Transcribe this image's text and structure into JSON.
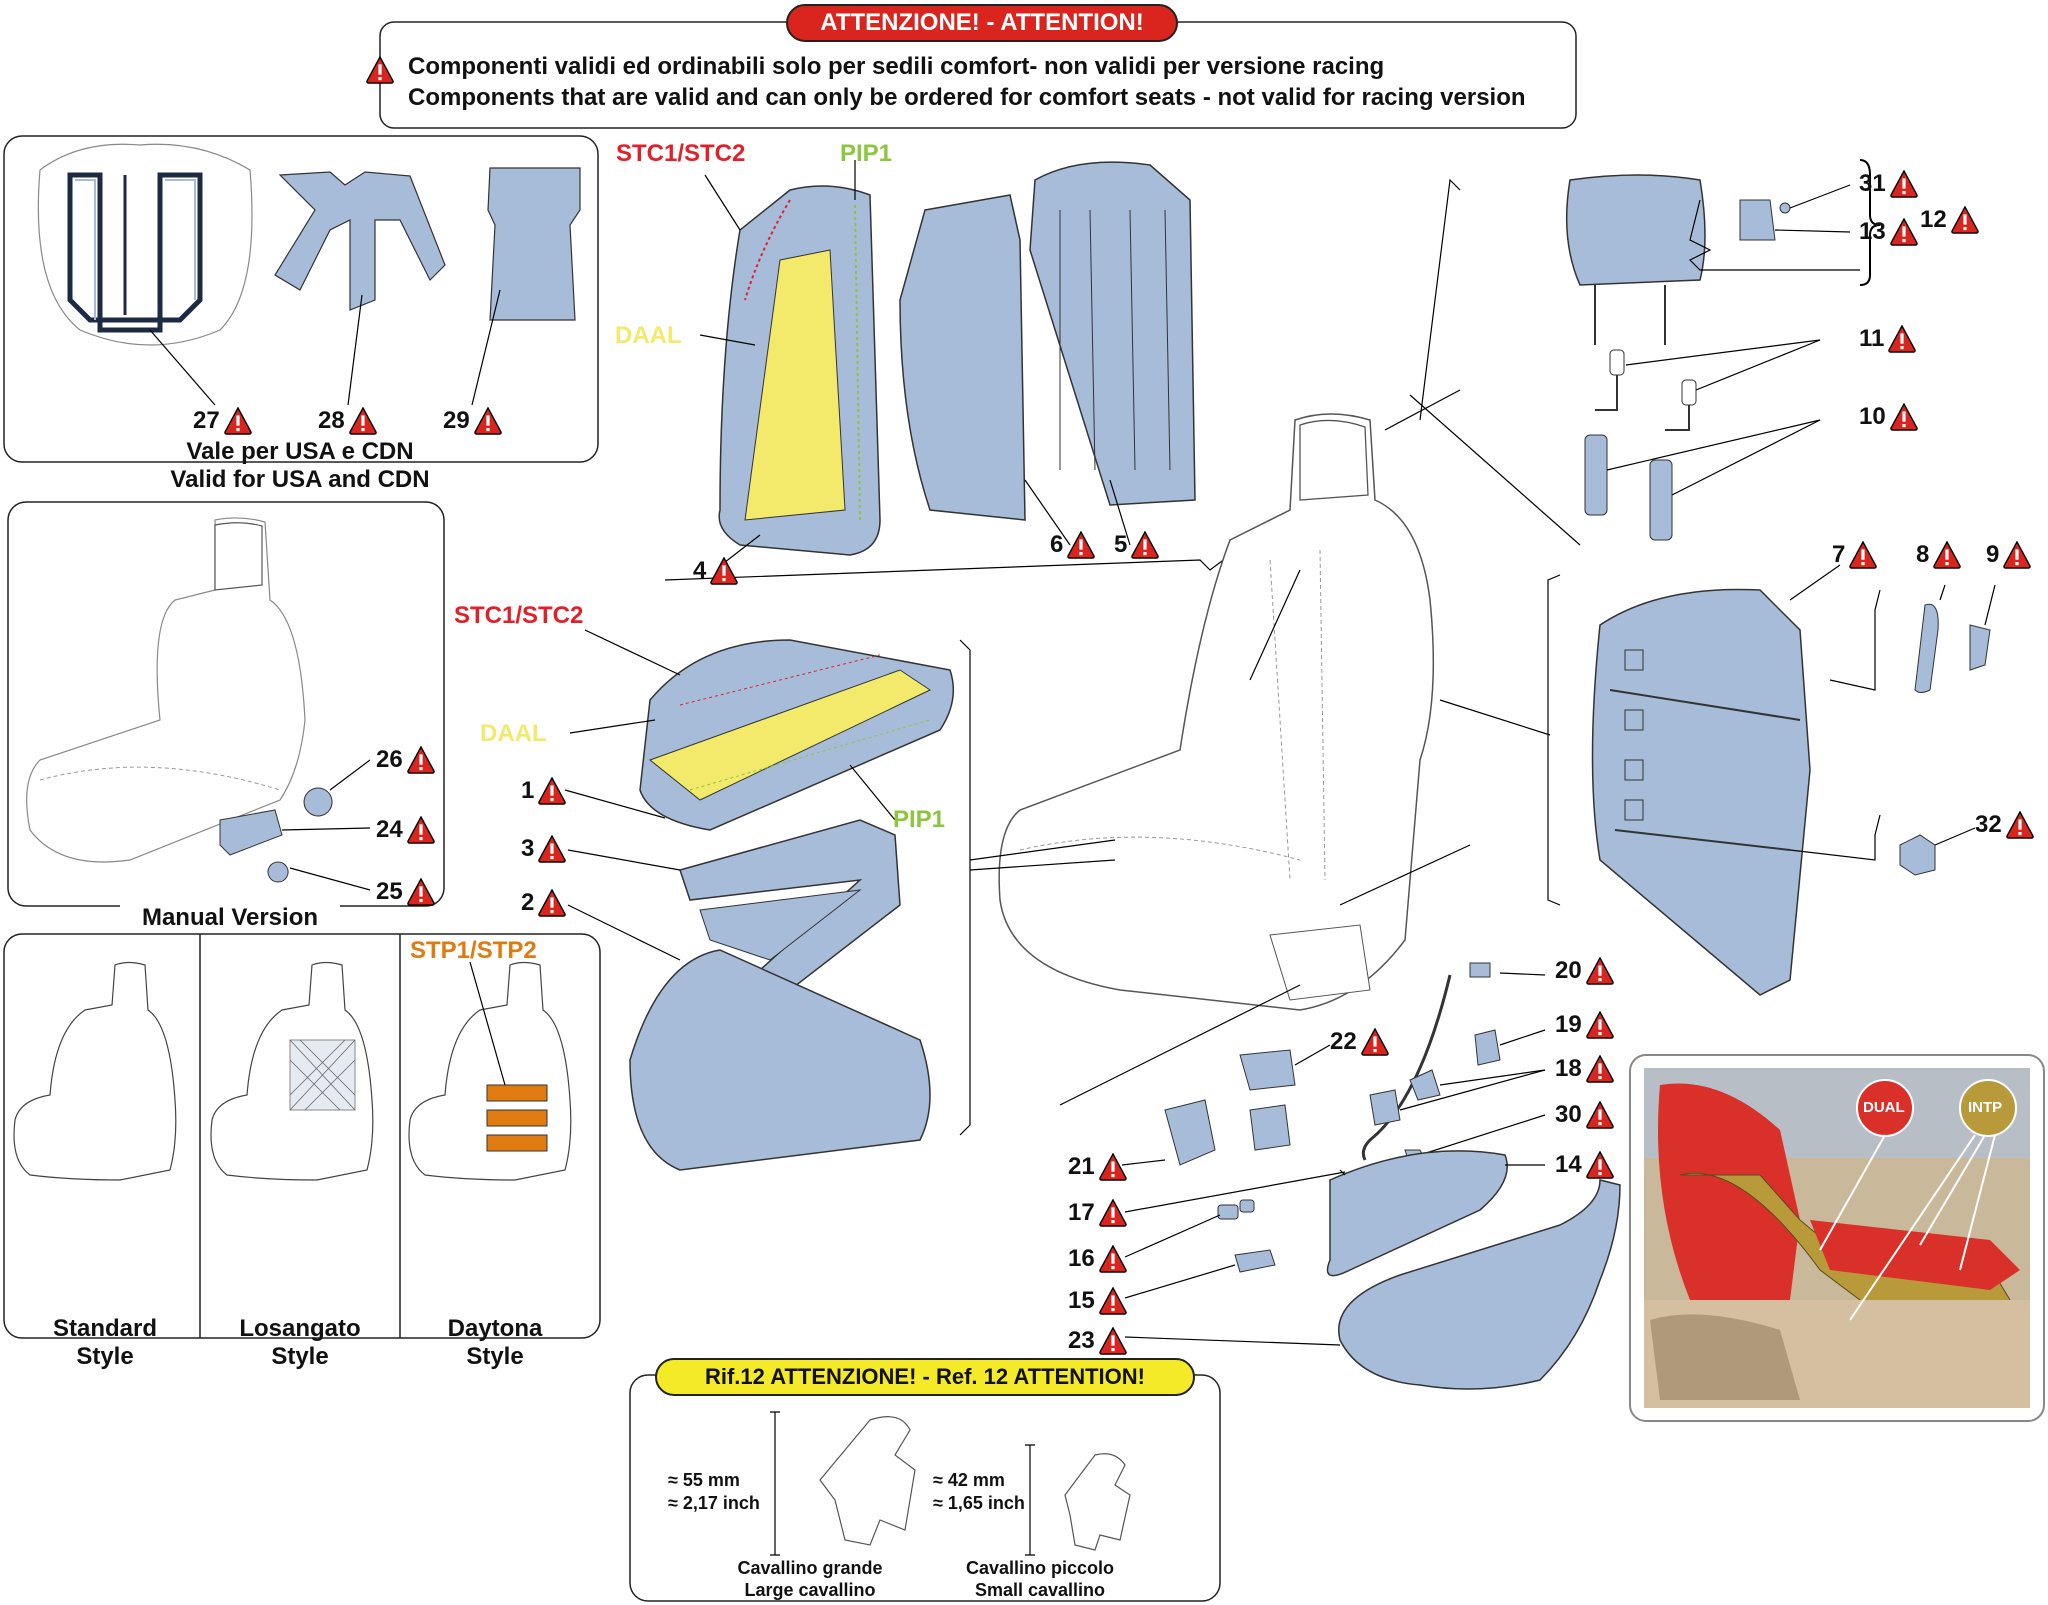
{
  "attention": {
    "title": "ATTENZIONE! - ATTENTION!",
    "line_it": "Componenti validi ed ordinabili solo per sedili comfort- non validi per versione racing",
    "line_en": "Components that are valid and can only be ordered for comfort seats - not valid for racing version"
  },
  "usa_panel": {
    "caption_it": "Vale per USA e CDN",
    "caption_en": "Valid for USA and CDN"
  },
  "manual_panel": {
    "caption": "Manual Version"
  },
  "styles_panel": {
    "standard": "Standard Style",
    "losangato": "Losangato Style",
    "daytona": "Daytona Style",
    "stp_code": "STP1/STP2"
  },
  "codes": {
    "stc_back": "STC1/STC2",
    "pip_back": "PIP1",
    "daal_back": "DAAL",
    "stc_cushion": "STC1/STC2",
    "daal_cushion": "DAAL",
    "pip_cushion": "PIP1"
  },
  "code_colors": {
    "stc": "#e3202a",
    "pip": "#8cc63f",
    "daal": "#f3e96a",
    "stp": "#e07b12"
  },
  "callouts": [
    "27",
    "28",
    "29",
    "26",
    "24",
    "25",
    "4",
    "6",
    "5",
    "1",
    "3",
    "2",
    "31",
    "13",
    "12",
    "11",
    "10",
    "7",
    "8",
    "9",
    "32",
    "20",
    "22",
    "19",
    "18",
    "30",
    "21",
    "14",
    "17",
    "16",
    "15",
    "23"
  ],
  "ref12": {
    "title": "Rif.12 ATTENZIONE! - Ref. 12 ATTENTION!",
    "large_dim_mm": "≈ 55 mm",
    "large_dim_inch": "≈ 2,17 inch",
    "large_caption_it": "Cavallino grande",
    "large_caption_en": "Large cavallino",
    "small_dim_mm": "≈ 42 mm",
    "small_dim_inch": "≈ 1,65 inch",
    "small_caption_it": "Cavallino piccolo",
    "small_caption_en": "Small cavallino"
  },
  "photo_inset": {
    "dual_label": "DUAL",
    "intp_label": "INTP"
  },
  "colors": {
    "part_fill": "#a6bcd8",
    "warning_red": "#d9251d",
    "banner_yellow": "#f5ea27"
  }
}
